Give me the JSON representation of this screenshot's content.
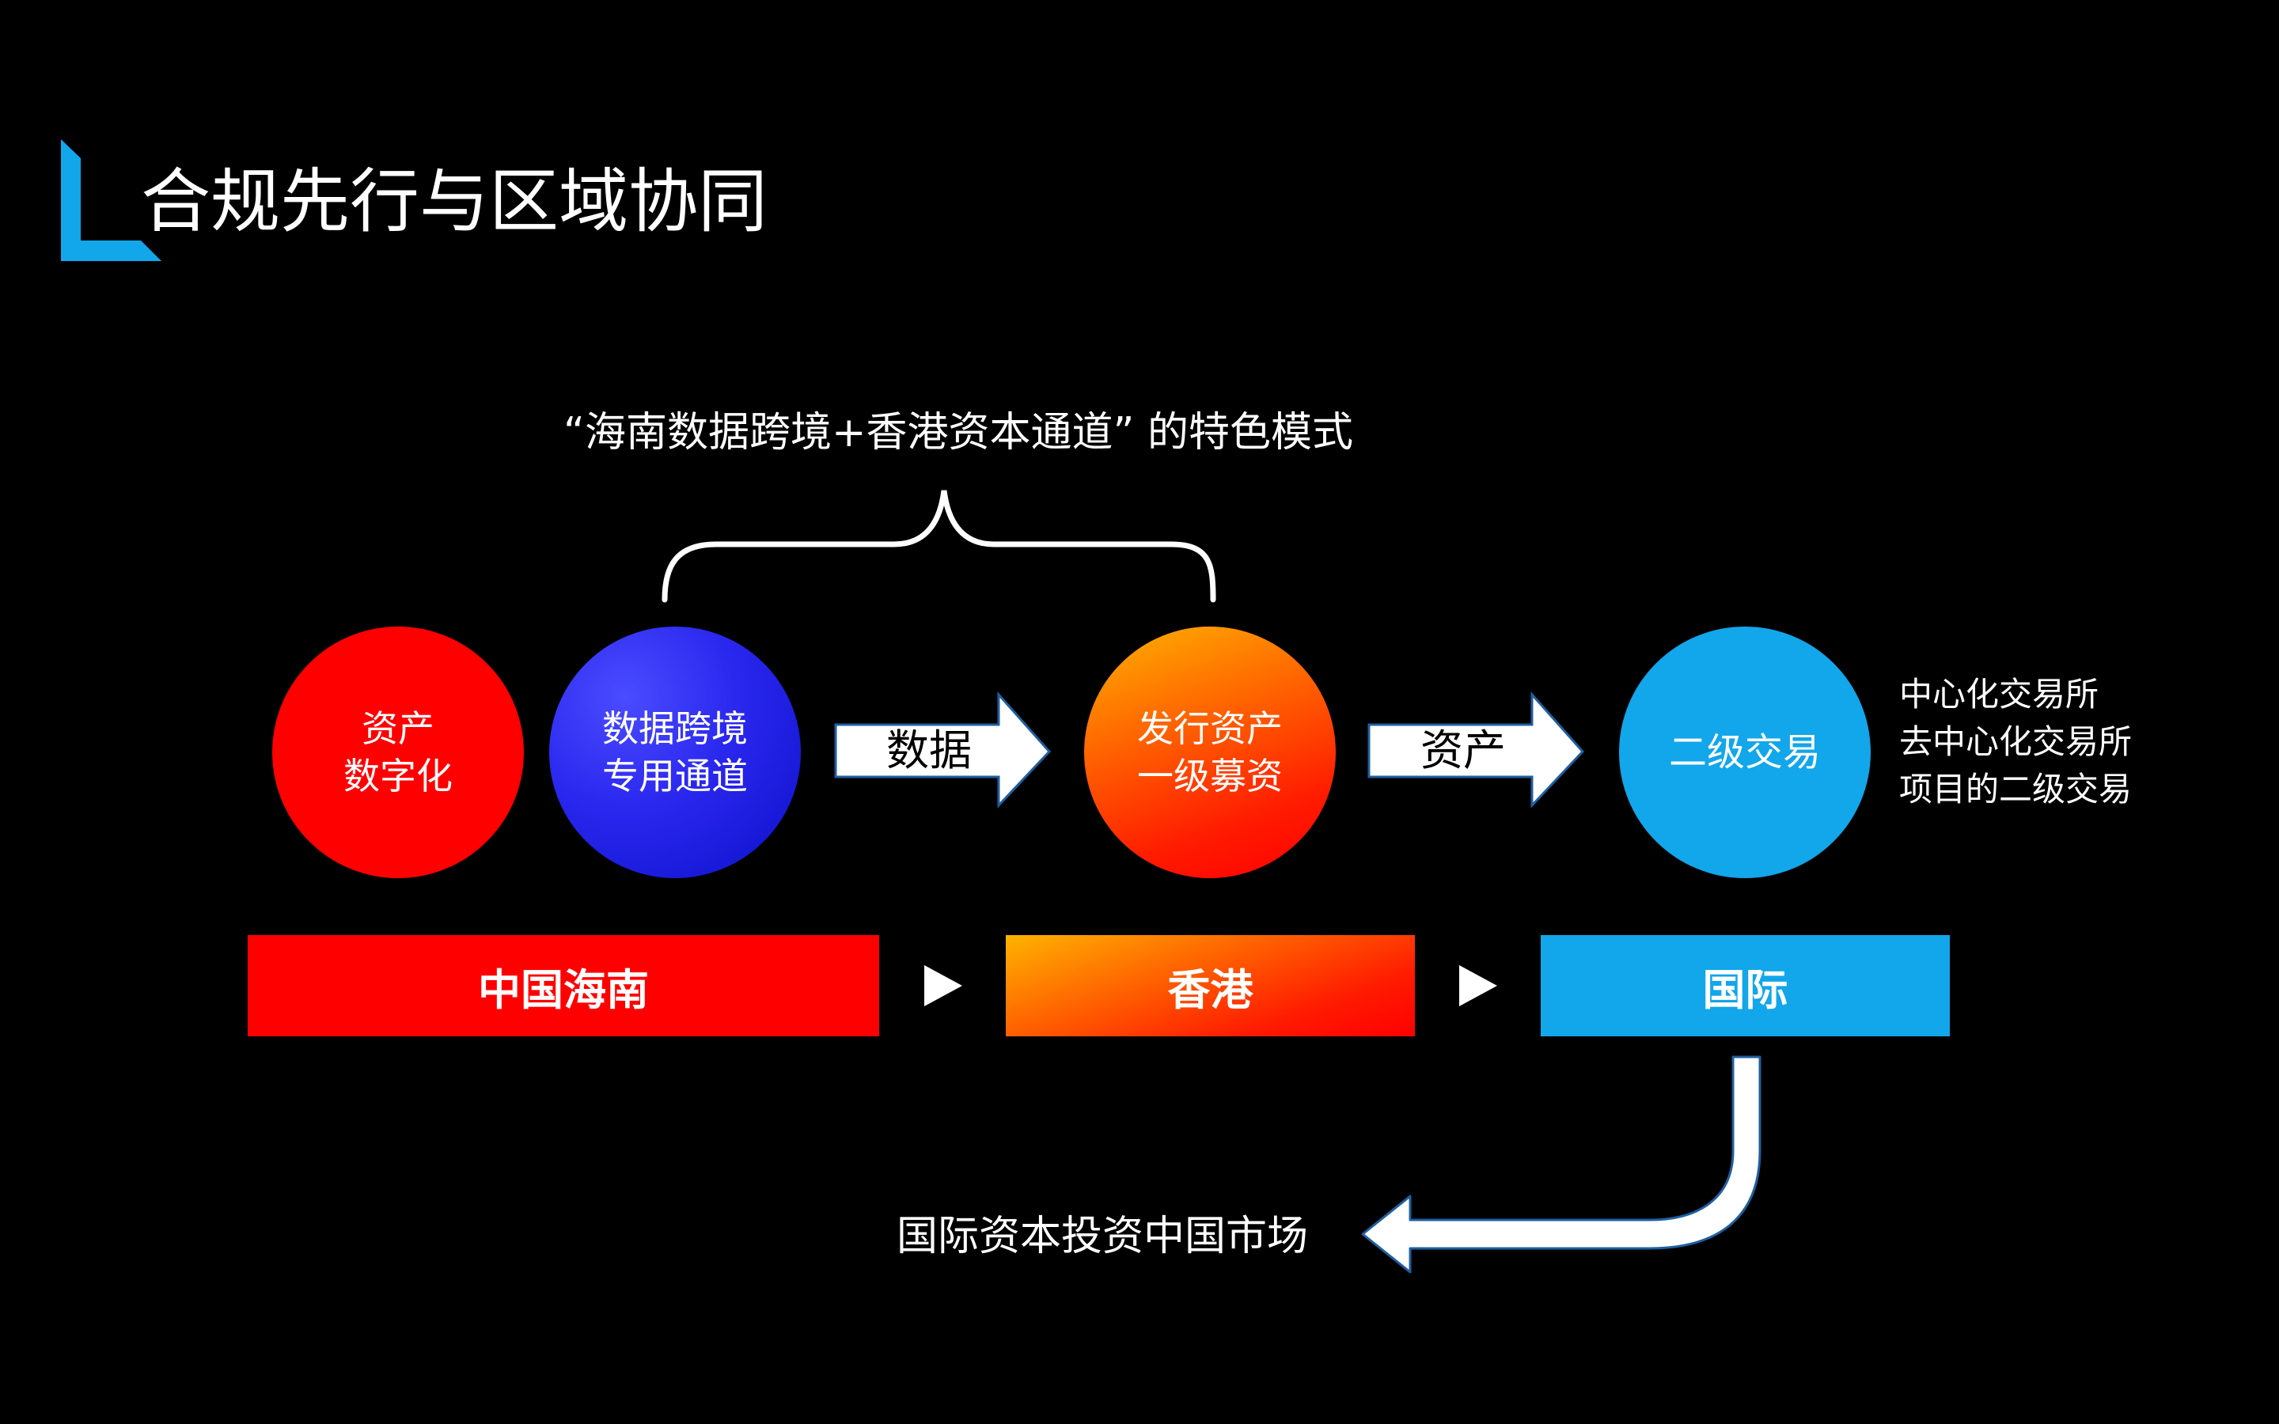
{
  "title": "合规先行与区域协同",
  "model_caption": "“海南数据跨境+香港资本通道” 的特色模式",
  "circles": {
    "asset_digitization": {
      "line1": "资产",
      "line2": "数字化"
    },
    "data_channel": {
      "line1": "数据跨境",
      "line2": "专用通道"
    },
    "issuance": {
      "line1": "发行资产",
      "line2": "一级募资"
    },
    "secondary": {
      "line1": "二级交易"
    }
  },
  "arrows": {
    "data_label": "数据",
    "asset_label": "资产"
  },
  "side_list": [
    "中心化交易所",
    "去中心化交易所",
    "项目的二级交易"
  ],
  "regions": {
    "hainan": "中国海南",
    "hongkong": "香港",
    "international": "国际"
  },
  "bottom_text": "国际资本投资中国市场",
  "colors": {
    "background": "#000000",
    "accent_blue": "#12a6ea",
    "red": "#ff0000",
    "deep_blue": "#1a1ae0",
    "orange": "#ff6a00"
  }
}
